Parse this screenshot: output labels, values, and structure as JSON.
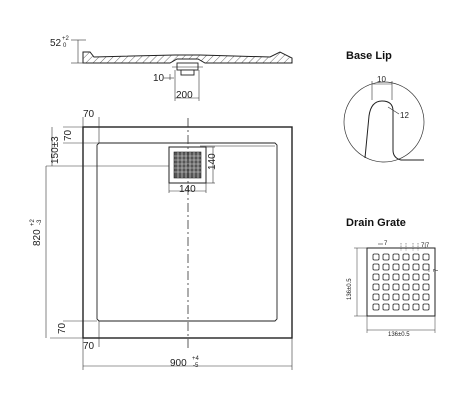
{
  "titles": {
    "base_lip": "Base Lip",
    "drain_grate": "Drain Grate"
  },
  "section_view": {
    "height_dim": "52",
    "height_tol_upper": "+2",
    "height_tol_lower": "0",
    "outlet_depth": "10",
    "outlet_width": "200"
  },
  "plan_view": {
    "top_margin": "70",
    "top_left_offset": "70",
    "drain_offset": "150±3",
    "grate_size_v": "140",
    "grate_size_h": "140",
    "depth_dim": "820",
    "depth_tol_upper": "+2",
    "depth_tol_lower": "-3",
    "bottom_left_offset": "70",
    "bottom_margin": "70",
    "width_dim": "900",
    "width_tol_upper": "+4",
    "width_tol_lower": "-5"
  },
  "base_lip_detail": {
    "lip_width": "10",
    "lip_radius": "12"
  },
  "drain_grate_detail": {
    "width": "136±0.5",
    "height": "136±0.5",
    "slot": "7",
    "slot_pair": "7|7",
    "slot_side": "7"
  },
  "colors": {
    "line": "#222222",
    "hatch": "#444444",
    "centerline": "#333333"
  }
}
